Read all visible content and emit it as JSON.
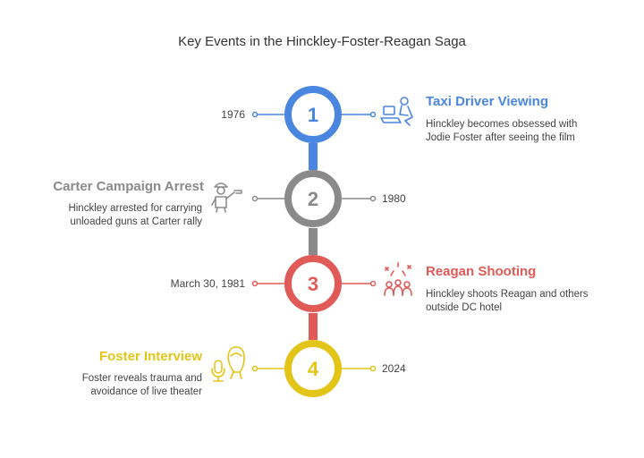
{
  "title": "Key Events in the Hinckley-Foster-Reagan Saga",
  "colors": {
    "blue": "#4a86e0",
    "gray": "#8a8a8a",
    "red": "#e05a58",
    "yellow": "#e3c519",
    "text": "#444444"
  },
  "events": [
    {
      "number": "1",
      "date": "1976",
      "title": "Taxi Driver Viewing",
      "desc_line1": "Hinckley becomes obsessed with",
      "desc_line2": "Jodie Foster after seeing the film",
      "icon": "person-reclining-icon"
    },
    {
      "number": "2",
      "date": "1980",
      "title": "Carter Campaign Arrest",
      "desc_line1": "Hinckley arrested for carrying",
      "desc_line2": "unloaded guns at Carter rally",
      "icon": "person-with-gun-icon"
    },
    {
      "number": "3",
      "date": "March 30, 1981",
      "title": "Reagan Shooting",
      "desc_line1": "Hinckley shoots Reagan and others",
      "desc_line2": "outside DC hotel",
      "icon": "crowd-shots-icon"
    },
    {
      "number": "4",
      "date": "2024",
      "title": "Foster Interview",
      "desc_line1": "Foster reveals trauma and",
      "desc_line2": "avoidance of live theater",
      "icon": "microphone-woman-icon"
    }
  ]
}
